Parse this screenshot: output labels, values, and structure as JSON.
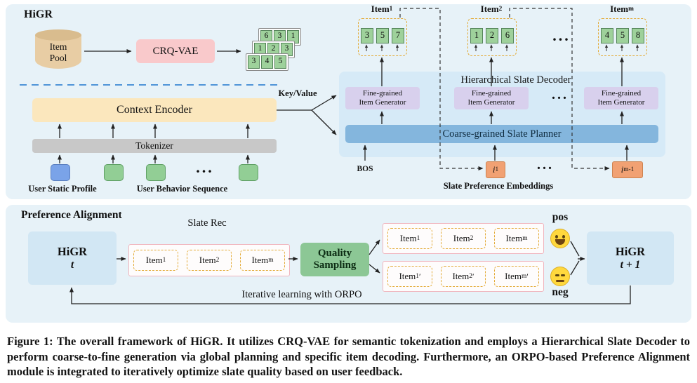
{
  "top": {
    "title": "HiGR",
    "item_pool": {
      "line1": "Item",
      "line2": "Pool"
    },
    "crq_vae": "CRQ-VAE",
    "cards": [
      [
        "6",
        "3",
        "1"
      ],
      [
        "1",
        "2",
        "3"
      ],
      [
        "3",
        "4",
        "5"
      ]
    ],
    "context_encoder": "Context Encoder",
    "tokenizer": "Tokenizer",
    "behavior_dots": "...",
    "user_static_profile": "User Static Profile",
    "user_behavior_sequence": "User Behavior Sequence",
    "key_value": "Key/Value"
  },
  "decoder": {
    "title": "Hierarchical Slate Decoder",
    "fine_grained": {
      "line1": "Fine-grained",
      "line2": "Item Generator"
    },
    "generator_dots": "...",
    "coarse_planner": "Coarse-grained Slate Planner",
    "bos": "BOS",
    "inputs": {
      "i1_base": "i",
      "i1_sub": "1",
      "dots": "...",
      "im_base": "i",
      "im_sub": "m-1"
    },
    "slate_pref_embeddings": "Slate Preference Embeddings",
    "item_dots": "...",
    "item_groups": [
      {
        "base": "Item",
        "sub": "1",
        "codes": [
          "3",
          "5",
          "7"
        ]
      },
      {
        "base": "Item",
        "sub": "2",
        "codes": [
          "1",
          "2",
          "6"
        ]
      },
      {
        "base": "Item",
        "sub": "m",
        "codes": [
          "4",
          "5",
          "8"
        ]
      }
    ]
  },
  "alignment": {
    "title": "Preference Alignment",
    "higr_t": {
      "name": "HiGR",
      "step": "t"
    },
    "higr_t1": {
      "name": "HiGR",
      "step": "t + 1"
    },
    "slate_rec": "Slate Rec",
    "slate_items": [
      {
        "base": "Item",
        "sub": "1",
        "prime": ""
      },
      {
        "base": "Item",
        "sub": "2",
        "prime": ""
      },
      {
        "base": "Item",
        "sub": "m",
        "prime": ""
      }
    ],
    "quality_sampling": {
      "line1": "Quality",
      "line2": "Sampling"
    },
    "pos_items": [
      {
        "base": "Item",
        "sub": "1",
        "prime": ""
      },
      {
        "base": "Item",
        "sub": "2",
        "prime": ""
      },
      {
        "base": "Item",
        "sub": "m",
        "prime": ""
      }
    ],
    "neg_items": [
      {
        "base": "Item",
        "sub": "1",
        "prime": "′"
      },
      {
        "base": "Item",
        "sub": "2",
        "prime": "′"
      },
      {
        "base": "Item",
        "sub": "m",
        "prime": "′"
      }
    ],
    "pos_label": "pos",
    "neg_label": "neg",
    "icons": {
      "pos": "laughing-face-icon",
      "neg": "unamused-face-icon"
    },
    "orpo_label": "Iterative learning with ORPO"
  },
  "caption": "Figure 1: The overall framework of HiGR. It utilizes CRQ-VAE for semantic tokenization and employs a Hierarchical Slate Decoder to perform coarse-to-fine generation via global planning and specific item decoding. Furthermore, an ORPO-based Preference Alignment module is integrated to iteratively optimize slate quality based on user feedback.",
  "colors": {
    "panel_bg": "#e7f2f8",
    "decoder_panel_bg": "#d6eaf7",
    "context_encoder_bg": "#fbe7bd",
    "crq_vae_bg": "#f9c9cb",
    "semantic_id_green": "#9ed19b",
    "planner_blue": "#84b6dd",
    "generator_purple": "#d8d0ed",
    "input_orange": "#f1a173",
    "quality_green": "#8cc795",
    "dashed_yellow": "#e3aa35",
    "higr_box_blue": "#d2e7f4",
    "pink_border": "#f0b6bf"
  }
}
